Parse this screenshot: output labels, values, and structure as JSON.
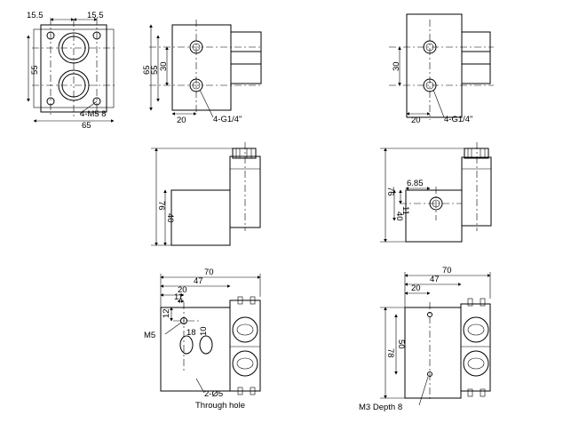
{
  "front_face": {
    "dim_left": "15.5",
    "dim_right": "15.5",
    "dim_height": "55",
    "dim_width": "65",
    "hole_note": "4-M5 8"
  },
  "side_ports": {
    "dim_total": "65",
    "dim_mid": "55",
    "dim_port": "30",
    "dim_offset": "20",
    "thread_note": "4-G1/4\""
  },
  "right_ports": {
    "dim_port": "30",
    "dim_offset": "20",
    "thread_note": "4-G1/4\""
  },
  "middle_left": {
    "dim_total": "76",
    "dim_body": "40"
  },
  "middle_right": {
    "dim_total": "76",
    "dim_body": "40",
    "dim_port": "11",
    "dim_offset": "6.85"
  },
  "bottom_left": {
    "dim_total": "70",
    "dim_body": "47",
    "dim_offset": "20",
    "dim_small": "11",
    "dim_vert": "12",
    "dim_hole_a": "18",
    "dim_hole_b": "10",
    "m5_note": "M5",
    "hole_note": "2-Ø5",
    "through_note": "Through hole"
  },
  "bottom_right": {
    "dim_total": "70",
    "dim_body": "47",
    "dim_offset": "20",
    "dim_height": "78",
    "dim_holes": "50",
    "depth_note": "M3 Depth 8"
  }
}
